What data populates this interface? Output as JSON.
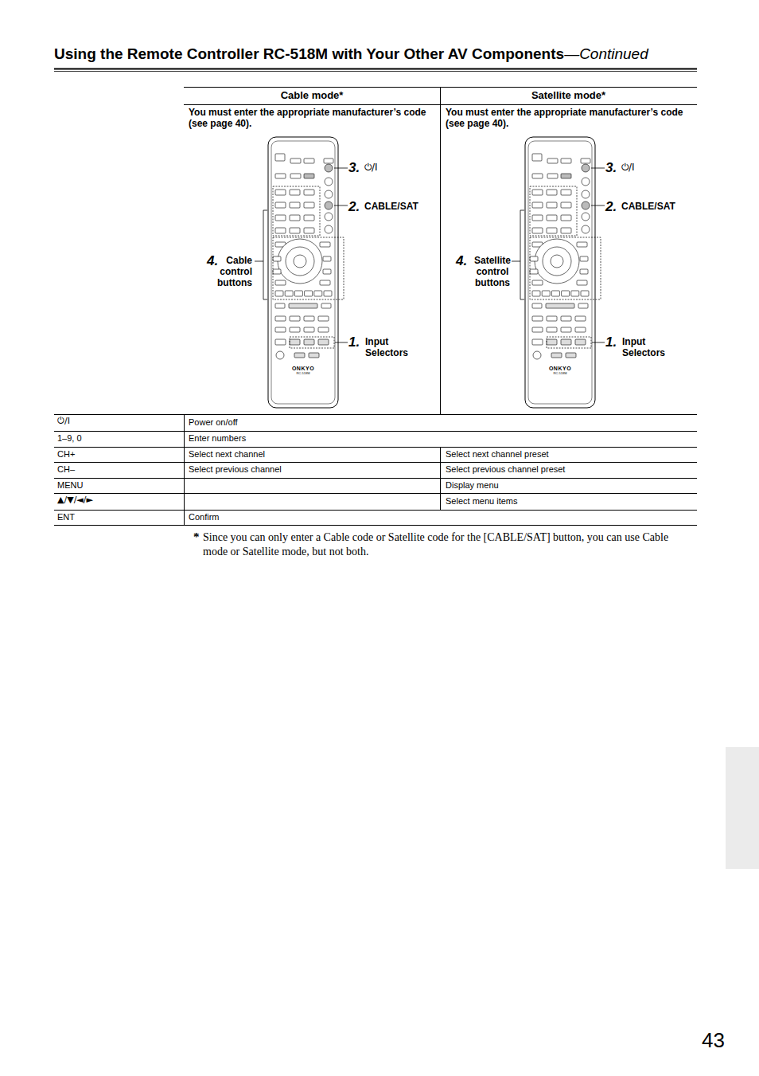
{
  "diagram": {
    "title": "Using the Remote Controller RC-518M with Your Other AV Components",
    "labels": [
      "—Continued",
      "Cable mode*",
      "Satellite mode*",
      "You must enter the appropriate manufacturer’s code (see page 40).",
      "You must enter the appropriate manufacturer’s code (see page 40).",
      "3.",
      "⏻/I",
      "2.",
      "CABLE/SAT",
      "4.",
      "Cable control buttons",
      "1.",
      "Input Selectors",
      "ONKYO",
      "RC-518M",
      "3.",
      "⏻/I",
      "2.",
      "CABLE/SAT",
      "4.",
      "Satellite control buttons",
      "1.",
      "Input Selectors",
      "ONKYO",
      "RC-518M",
      "⏻/I",
      "Power on/off",
      "1–9, 0",
      "Enter numbers",
      "CH+",
      "Select next channel",
      "Select next channel preset",
      "CH–",
      "Select previous channel",
      "Select previous channel preset",
      "MENU",
      "Display menu",
      "▲/▼/◄/►",
      "Select menu items",
      "ENT",
      "Confirm",
      "*",
      "Since you can only enter a Cable code or Satellite code for the [CABLE/SAT] button, you can use Cable mode or Satellite mode, but not both.",
      "43"
    ]
  }
}
